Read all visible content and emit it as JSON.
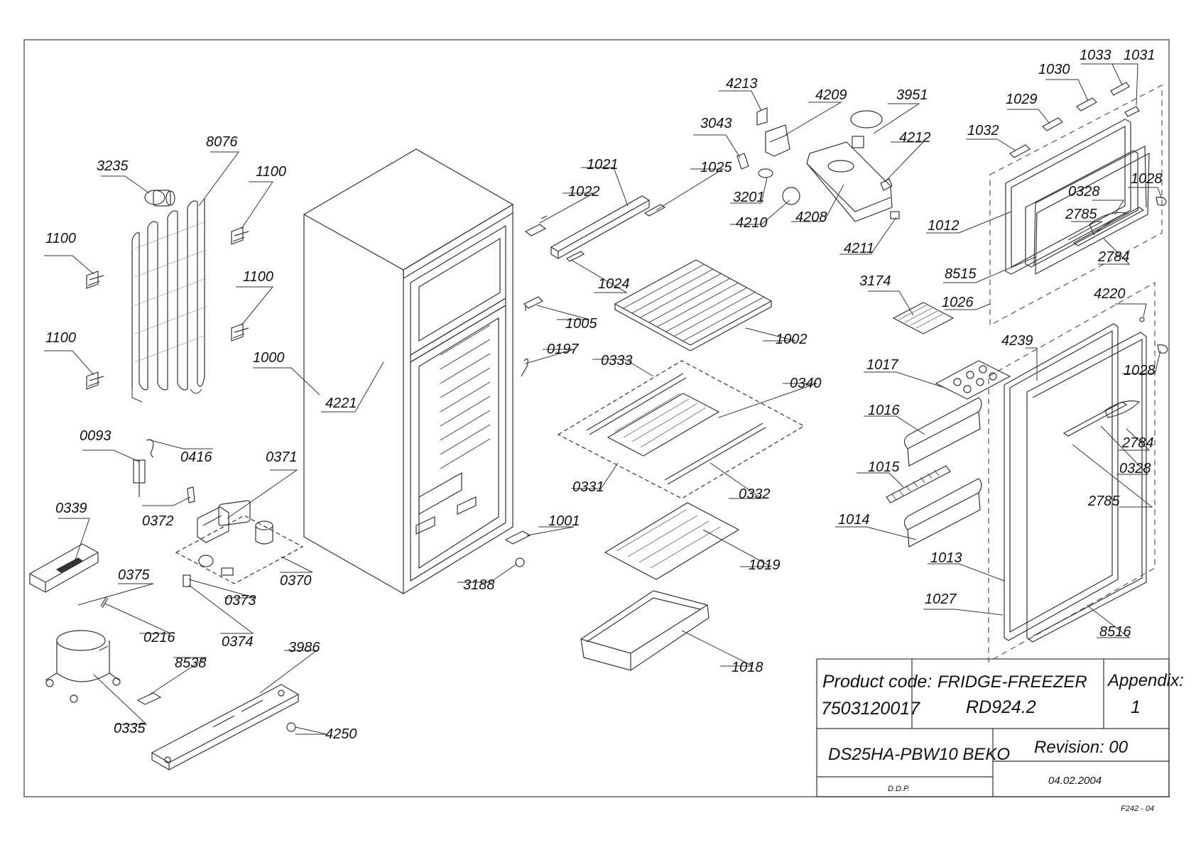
{
  "parts": [
    {
      "id": "p-3235",
      "label": "3235"
    },
    {
      "id": "p-8076",
      "label": "8076"
    },
    {
      "id": "p-1100a",
      "label": "1100"
    },
    {
      "id": "p-1100b",
      "label": "1100"
    },
    {
      "id": "p-1100c",
      "label": "1100"
    },
    {
      "id": "p-1100d",
      "label": "1100"
    },
    {
      "id": "p-1000",
      "label": "1000"
    },
    {
      "id": "p-4221",
      "label": "4221"
    },
    {
      "id": "p-0093",
      "label": "0093"
    },
    {
      "id": "p-0416",
      "label": "0416"
    },
    {
      "id": "p-0371",
      "label": "0371"
    },
    {
      "id": "p-0372",
      "label": "0372"
    },
    {
      "id": "p-0339",
      "label": "0339"
    },
    {
      "id": "p-0370",
      "label": "0370"
    },
    {
      "id": "p-0375",
      "label": "0375"
    },
    {
      "id": "p-0373",
      "label": "0373"
    },
    {
      "id": "p-0216",
      "label": "0216"
    },
    {
      "id": "p-0374",
      "label": "0374"
    },
    {
      "id": "p-8538",
      "label": "8538"
    },
    {
      "id": "p-3986",
      "label": "3986"
    },
    {
      "id": "p-0335",
      "label": "0335"
    },
    {
      "id": "p-4250",
      "label": "4250"
    },
    {
      "id": "p-1001",
      "label": "1001"
    },
    {
      "id": "p-3188",
      "label": "3188"
    },
    {
      "id": "p-1021",
      "label": "1021"
    },
    {
      "id": "p-1022",
      "label": "1022"
    },
    {
      "id": "p-1025",
      "label": "1025"
    },
    {
      "id": "p-1024",
      "label": "1024"
    },
    {
      "id": "p-1005",
      "label": "1005"
    },
    {
      "id": "p-0197",
      "label": "0197"
    },
    {
      "id": "p-1002",
      "label": "1002"
    },
    {
      "id": "p-0333",
      "label": "0333"
    },
    {
      "id": "p-0340",
      "label": "0340"
    },
    {
      "id": "p-0331",
      "label": "0331"
    },
    {
      "id": "p-0332",
      "label": "0332"
    },
    {
      "id": "p-1019",
      "label": "1019"
    },
    {
      "id": "p-1018",
      "label": "1018"
    },
    {
      "id": "p-4213",
      "label": "4213"
    },
    {
      "id": "p-4209",
      "label": "4209"
    },
    {
      "id": "p-3951",
      "label": "3951"
    },
    {
      "id": "p-3043",
      "label": "3043"
    },
    {
      "id": "p-4212",
      "label": "4212"
    },
    {
      "id": "p-3201",
      "label": "3201"
    },
    {
      "id": "p-4210",
      "label": "4210"
    },
    {
      "id": "p-4208",
      "label": "4208"
    },
    {
      "id": "p-4211",
      "label": "4211"
    },
    {
      "id": "p-1033",
      "label": "1033"
    },
    {
      "id": "p-1031",
      "label": "1031"
    },
    {
      "id": "p-1030",
      "label": "1030"
    },
    {
      "id": "p-1029",
      "label": "1029"
    },
    {
      "id": "p-1032",
      "label": "1032"
    },
    {
      "id": "p-1028a",
      "label": "1028"
    },
    {
      "id": "p-0328a",
      "label": "0328"
    },
    {
      "id": "p-2785a",
      "label": "2785"
    },
    {
      "id": "p-1012",
      "label": "1012"
    },
    {
      "id": "p-2784a",
      "label": "2784"
    },
    {
      "id": "p-8515",
      "label": "8515"
    },
    {
      "id": "p-3174",
      "label": "3174"
    },
    {
      "id": "p-1026",
      "label": "1026"
    },
    {
      "id": "p-4220",
      "label": "4220"
    },
    {
      "id": "p-4239",
      "label": "4239"
    },
    {
      "id": "p-1028b",
      "label": "1028"
    },
    {
      "id": "p-1017",
      "label": "1017"
    },
    {
      "id": "p-1016",
      "label": "1016"
    },
    {
      "id": "p-2784b",
      "label": "2784"
    },
    {
      "id": "p-0328b",
      "label": "0328"
    },
    {
      "id": "p-1015",
      "label": "1015"
    },
    {
      "id": "p-2785b",
      "label": "2785"
    },
    {
      "id": "p-1014",
      "label": "1014"
    },
    {
      "id": "p-1013",
      "label": "1013"
    },
    {
      "id": "p-1027",
      "label": "1027"
    },
    {
      "id": "p-8516",
      "label": "8516"
    }
  ],
  "title_block": {
    "product_code_label": "Product code:",
    "product_code": "7503120017",
    "product_type": "FRIDGE-FREEZER",
    "model": "RD924.2",
    "appendix_label": "Appendix:",
    "appendix": "1",
    "variant": "DS25HA-PBW10 BEKO",
    "revision": "Revision: 00",
    "drawn_by": "D.D.P.",
    "date": "04.02.2004"
  },
  "sheet_code": "F242 - 04"
}
